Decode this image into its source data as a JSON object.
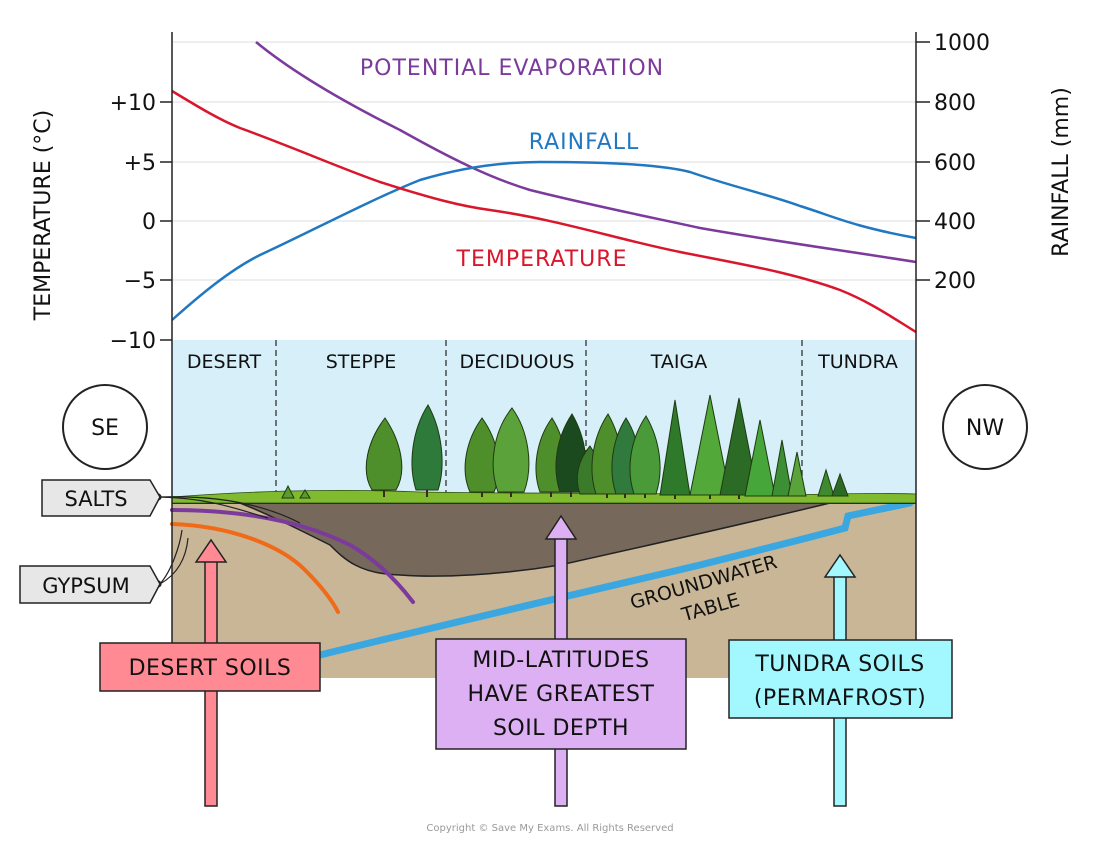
{
  "left_axis": {
    "label": "TEMPERATURE (°C)",
    "ticks": [
      "+10",
      "+5",
      "0",
      "−5",
      "−10"
    ]
  },
  "right_axis": {
    "label": "RAINFALL (mm)",
    "ticks": [
      "1000",
      "800",
      "600",
      "400",
      "200"
    ]
  },
  "curves": {
    "evaporation": "POTENTIAL EVAPORATION",
    "rainfall": "RAINFALL",
    "temperature": "TEMPERATURE"
  },
  "zones": [
    "DESERT",
    "STEPPE",
    "DECIDUOUS",
    "TAIGA",
    "TUNDRA"
  ],
  "directions": {
    "left": "SE",
    "right": "NW"
  },
  "tags": {
    "salts": "SALTS",
    "gypsum": "GYPSUM"
  },
  "groundwater": {
    "line1": "GROUNDWATER",
    "line2": "TABLE"
  },
  "callouts": {
    "desert": [
      "DESERT SOILS"
    ],
    "mid": [
      "MID-LATITUDES",
      "HAVE GREATEST",
      "SOIL DEPTH"
    ],
    "tundra": [
      "TUNDRA SOILS",
      "(PERMAFROST)"
    ]
  },
  "copyright": "Copyright © Save My Exams. All Rights Reserved",
  "colors": {
    "temperature": "#d9162b",
    "rainfall": "#1f78c1",
    "evaporation": "#7b3a9c",
    "sky": "#d6eff9",
    "ground": "#c8b697",
    "soil": "#76685a",
    "grass": "#7fba2f",
    "groundwater": "#3aa7e0",
    "desert_box": "#ff8a93",
    "mid_box": "#dcb0f2",
    "tundra_box": "#a3f7ff"
  }
}
